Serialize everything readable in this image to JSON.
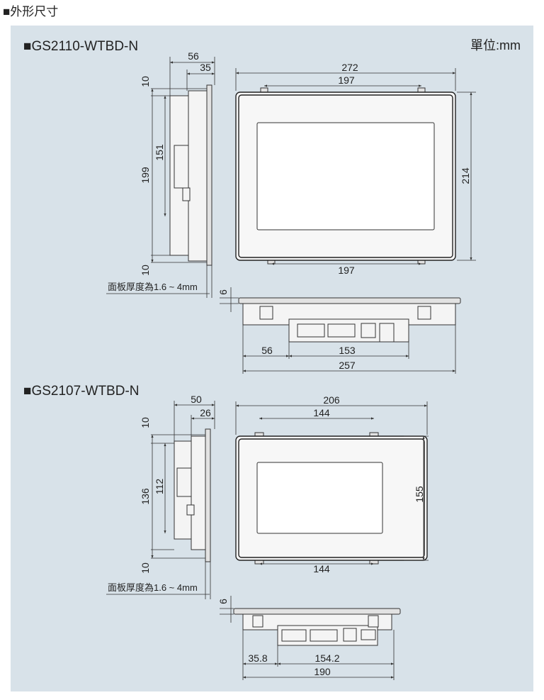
{
  "heading": "■外形尺寸",
  "unit_label": "單位:mm",
  "models": [
    {
      "title": "■GS2110-WTBD-N",
      "side_depth_total": "56",
      "side_depth_body": "35",
      "side_top_margin": "10",
      "side_height_total": "199",
      "side_height_body": "151",
      "side_bottom_margin": "10",
      "front_width": "272",
      "front_tab_spacing_top": "197",
      "front_tab_spacing_bottom": "197",
      "front_height": "214",
      "panel_thickness_note": "面板厚度為1.6 ~ 4mm",
      "bottom_bezel": "6",
      "bottom_offset": "56",
      "bottom_ports_width": "153",
      "bottom_body_width": "257"
    },
    {
      "title": "■GS2107-WTBD-N",
      "side_depth_total": "50",
      "side_depth_body": "26",
      "side_top_margin": "10",
      "side_height_total": "136",
      "side_height_body": "112",
      "side_bottom_margin": "10",
      "front_width": "206",
      "front_tab_spacing_top": "144",
      "front_tab_spacing_bottom": "144",
      "front_height": "155",
      "panel_thickness_note": "面板厚度為1.6 ~ 4mm",
      "bottom_bezel": "6",
      "bottom_offset": "35.8",
      "bottom_ports_width": "154.2",
      "bottom_body_width": "190"
    }
  ],
  "colors": {
    "panel_bg": "#d8e2e9"
  }
}
